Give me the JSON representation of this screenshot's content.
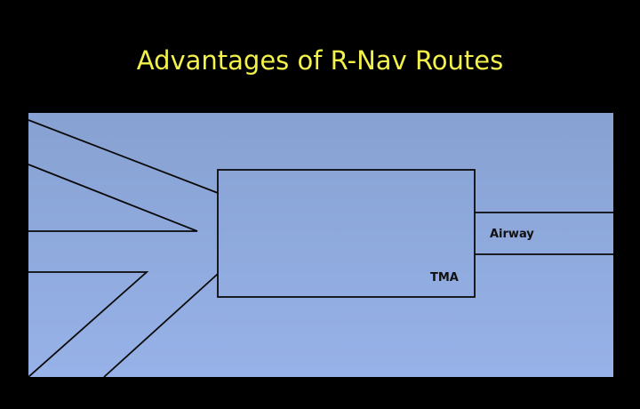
{
  "slide": {
    "title": "Advantages of R-Nav Routes",
    "caption": ""
  },
  "diagram": {
    "tma_label": "TMA",
    "airway_label": "Airway",
    "colors": {
      "background_top": "#87a1d2",
      "background_bottom": "#97b2e8",
      "line": "#0a0a0a",
      "label": "#111111"
    }
  }
}
